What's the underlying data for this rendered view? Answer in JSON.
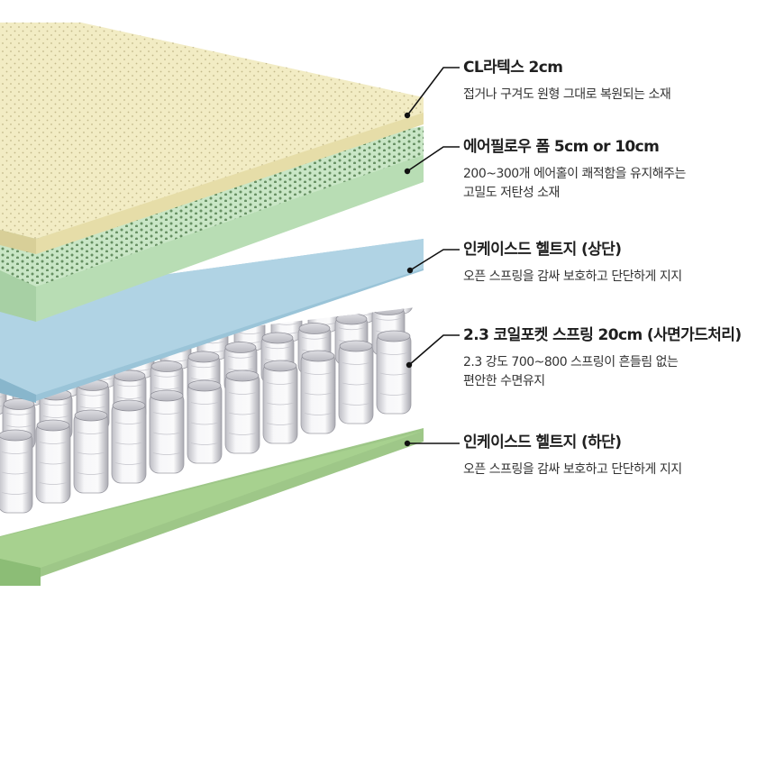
{
  "layers": [
    {
      "title": "CL라텍스 2cm",
      "desc": [
        "접거나 구겨도 원형 그대로 복원되는 소재"
      ]
    },
    {
      "title": "에어필로우 폼 5cm or 10cm",
      "desc": [
        "200~300개 에어홀이 쾌적함을 유지해주는",
        "고밀도 저탄성 소재"
      ]
    },
    {
      "title": "인케이스드 헬트지 (상단)",
      "desc": [
        "오픈 스프링을 감싸 보호하고 단단하게 지지"
      ]
    },
    {
      "title": "2.3 코일포켓 스프링 20cm (사면가드처리)",
      "desc": [
        "2.3 강도 700~800 스프링이 흔들림 없는",
        "편안한 수면유지"
      ]
    },
    {
      "title": "인케이스드 헬트지 (하단)",
      "desc": [
        "오픈 스프링을 감싸 보호하고 단단하게 지지"
      ]
    }
  ],
  "colors": {
    "latex": "#f2ecc4",
    "foam": "#c9e6c6",
    "felt_top": "#aed0e0",
    "spring": "#ececef",
    "felt_bottom": "#a7d18f",
    "leader": "#111111"
  },
  "icons": [
    "leader-line",
    "layer-dot"
  ]
}
